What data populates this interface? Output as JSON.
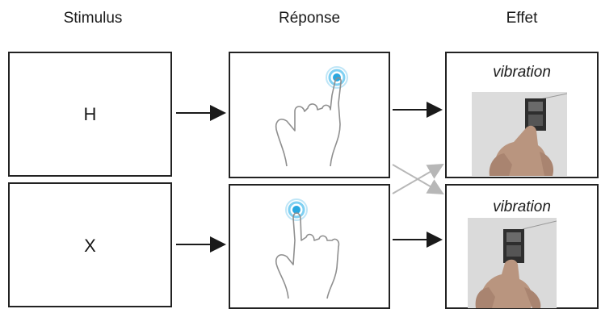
{
  "headers": {
    "stimulus": "Stimulus",
    "response": "Réponse",
    "effect": "Effet"
  },
  "rows": [
    {
      "stimulus": "H",
      "effect": "vibration"
    },
    {
      "stimulus": "X",
      "effect": "vibration"
    }
  ],
  "colors": {
    "touch_accent": "#29a8e0",
    "cross_arrow": "#b7b7b7",
    "arrow": "#1a1a1a"
  }
}
